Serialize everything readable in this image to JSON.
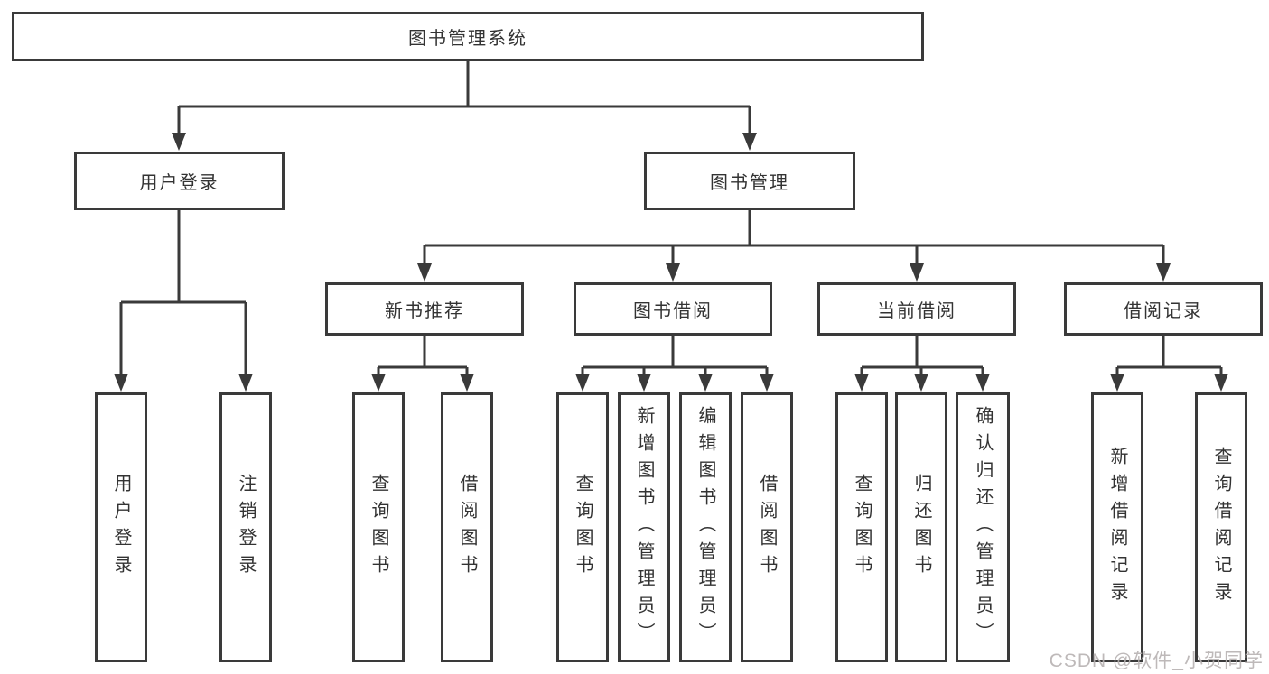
{
  "title": "图书管理系统",
  "watermark": "CSDN @软件_小贺同学",
  "colors": {
    "background": "#ffffff",
    "line": "#3a3a3a",
    "box_border": "#3a3a3a",
    "box_fill": "#ffffff",
    "text": "#333333",
    "watermark": "#b7b2b2"
  },
  "nodes": {
    "root": "图书管理系统",
    "level2": {
      "login": "用户登录",
      "management": "图书管理"
    },
    "login_children": [
      "用户登录",
      "注销登录"
    ],
    "management_children": [
      "新书推荐",
      "图书借阅",
      "当前借阅",
      "借阅记录"
    ],
    "new_book_children": [
      "查询图书",
      "借阅图书"
    ],
    "book_borrow_children": [
      "查询图书",
      "新增图书（管理员）",
      "编辑图书（管理员）",
      "借阅图书"
    ],
    "current_borrow_children": [
      "查询图书",
      "归还图书",
      "确认归还（管理员）"
    ],
    "borrow_record_children": [
      "新增借阅记录",
      "查询借阅记录"
    ]
  }
}
